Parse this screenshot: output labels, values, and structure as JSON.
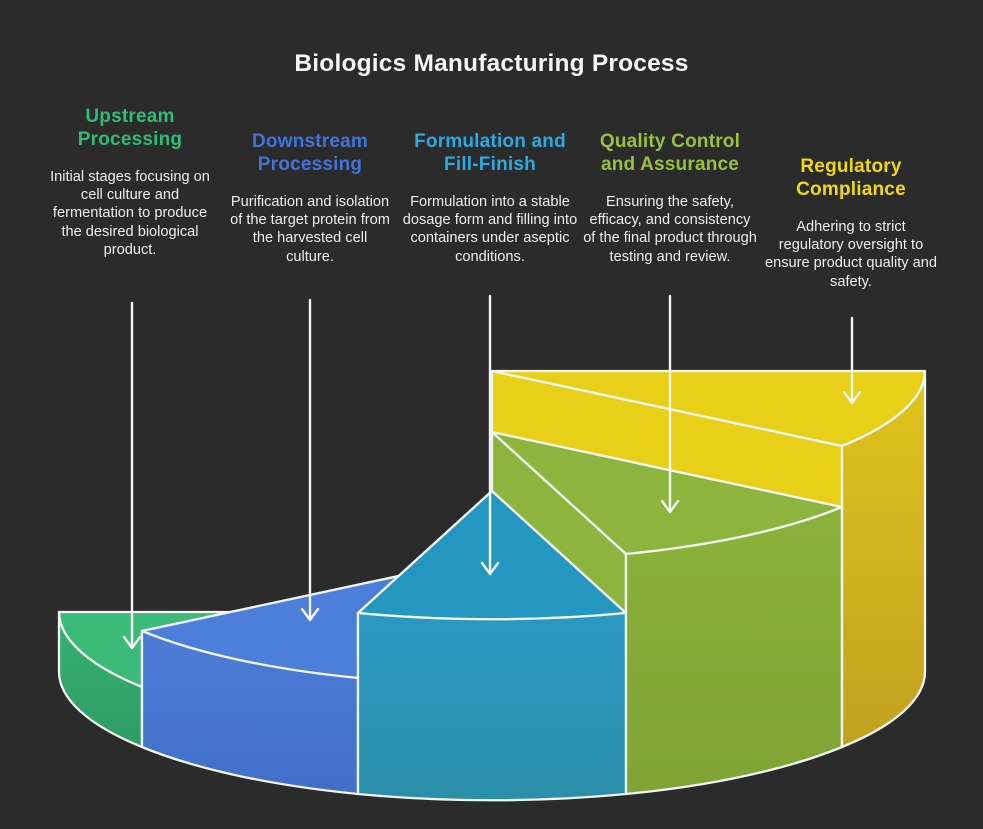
{
  "title": "Biologics Manufacturing Process",
  "background": "#2B2B2B",
  "title_color": "#F5F5F5",
  "body_text_color": "#EDEDED",
  "outline_color": "#F0F5F2",
  "arrow_color": "#F3F5F3",
  "stages": [
    {
      "title": "Upstream Processing",
      "description": "Initial stages focusing on cell culture and fermentation to produce the desired biological product.",
      "colors": {
        "heading": "#2EBD74",
        "top": "#3CBA78",
        "front_light": "#37B271",
        "front_dark": "#2E9C63"
      }
    },
    {
      "title": "Downstream Processing",
      "description": "Purification and isolation of the target protein from the harvested cell culture.",
      "colors": {
        "heading": "#4273DB",
        "top": "#4C7FDA",
        "front_light": "#4C7CD6",
        "front_dark": "#4270C8"
      }
    },
    {
      "title": "Formulation and Fill-Finish",
      "description": "Formulation into a stable dosage form and filling into containers under aseptic conditions.",
      "colors": {
        "heading": "#2BA9E1",
        "top": "#2497C1",
        "front_light": "#2B98C4",
        "front_dark": "#2B8FA9"
      }
    },
    {
      "title": "Quality Control and Assurance",
      "description": "Ensuring the safety, efficacy, and consistency of the final product through testing and review.",
      "colors": {
        "heading": "#98C23D",
        "top": "#8DB53E",
        "front_light": "#8BB23A",
        "front_dark": "#7FA434"
      }
    },
    {
      "title": "Regulatory Compliance",
      "description": "Adhering to strict regulatory oversight to ensure product quality and safety.",
      "colors": {
        "heading": "#F2D813",
        "top": "#E8D019",
        "front_light": "#DFC51C",
        "front_dark": "#C2A120"
      }
    }
  ]
}
